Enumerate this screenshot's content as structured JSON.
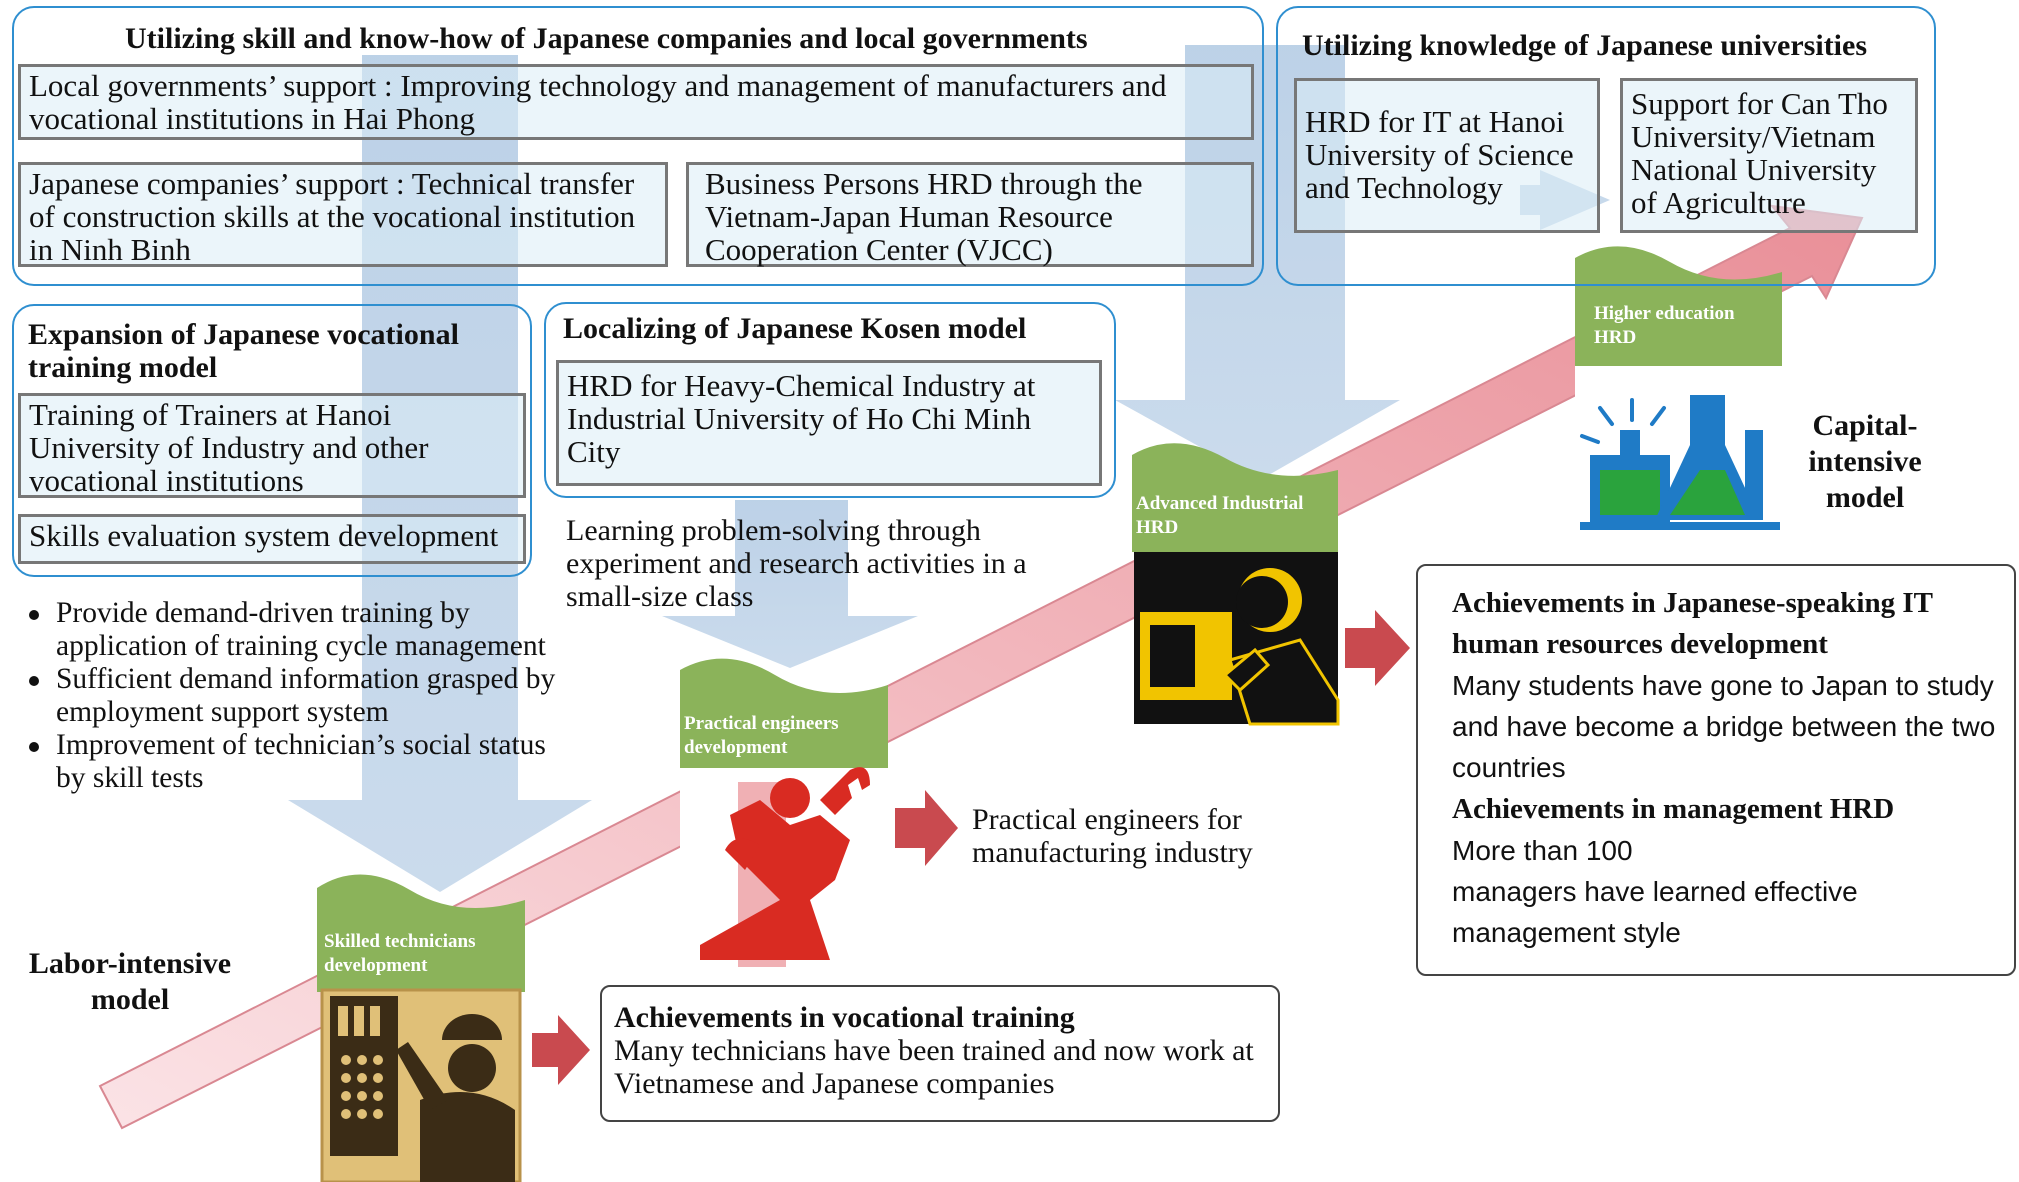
{
  "colors": {
    "group_border": "#2f8fd0",
    "box_fill": "#d8ecf6",
    "green_stage": "#8bb35a",
    "red_arrow": "#c94a4f",
    "pink_arrow": "#f2b7bd",
    "blue_flow_arrow": "#b9cfe6",
    "icon_yellow": "#f1c400",
    "icon_red": "#d92b22",
    "icon_blue": "#1f7bc6",
    "icon_green": "#2aa33d"
  },
  "groups": {
    "japanese_companies": {
      "title": "Utilizing skill and know-how of Japanese companies and local governments",
      "box1": "Local governments’ support : Improving  technology and management of manufacturers and vocational institutions  in Hai Phong",
      "box2": "Japanese companies’ support : Technical transfer of construction skills at the vocational institution in Ninh Binh",
      "box3": "Business Persons HRD through the Vietnam-Japan Human Resource Cooperation Center (VJCC)"
    },
    "universities": {
      "title": "Utilizing knowledge of Japanese universities",
      "box1": "HRD for IT at Hanoi University of Science and Technology",
      "box2": "Support for Can Tho University/Vietnam National University of Agriculture"
    },
    "vocational_training": {
      "title": "Expansion of Japanese vocational training  model",
      "box1": "Training of Trainers at Hanoi University of Industry and other vocational institutions",
      "box2": "Skills evaluation system development"
    },
    "kosen": {
      "title": "Localizing of Japanese Kosen model",
      "box1": "HRD for Heavy-Chemical Industry at Industrial University of  Ho Chi Minh City"
    }
  },
  "bullets": [
    "Provide demand-driven training by application of training cycle management",
    "Sufficient demand information grasped by employment support system",
    "Improvement of technician’s social status by skill tests"
  ],
  "kosen_note": "Learning problem-solving through experiment and research activities in a small-size class",
  "stages": [
    {
      "label": "Skilled technicians development",
      "icon": "technician-at-control-panel-icon"
    },
    {
      "label": "Practical  engineers development",
      "icon": "engineer-with-wrench-icon"
    },
    {
      "label": "Advanced Industrial HRD",
      "icon": "engineer-with-headset-icon"
    },
    {
      "label": "Higher education HRD",
      "icon": "laboratory-flasks-icon"
    }
  ],
  "models": {
    "labor": "Labor-intensive model",
    "capital": "Capital-intensive model"
  },
  "practical_engineers_note": "Practical engineers for manufacturing industry",
  "achievements_vocational": {
    "title": "Achievements in vocational training",
    "text": "Many technicians have been trained and now work at Vietnamese and Japanese companies"
  },
  "achievements_it": {
    "title1": "Achievements in Japanese-speaking IT human resources development",
    "text1": "Many students have gone to Japan to study and have become a bridge between the two countries",
    "title2": "Achievements in management HRD",
    "text2a": "More than 100",
    "text2b": "managers have learned effective management style"
  }
}
